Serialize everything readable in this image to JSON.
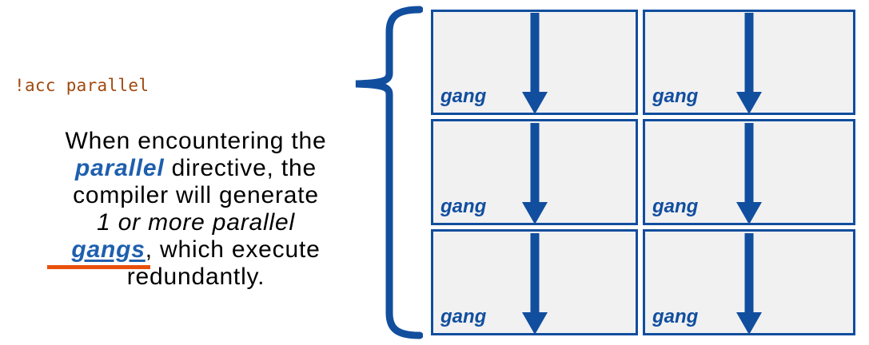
{
  "colors": {
    "diagram_blue": "#114E9E",
    "keyword_blue": "#1E5FAE",
    "code_brown": "#A0490F",
    "highlight_orange": "#E8500C",
    "box_bg": "#F1F1F2",
    "text_black": "#000000"
  },
  "code_label": "!acc parallel",
  "paragraph": {
    "line1": "When encountering the",
    "line2_keyword": "parallel",
    "line2_rest": " directive, the",
    "line3": "compiler will generate",
    "line4": "1 or more parallel",
    "line5_keyword": "gangs",
    "line5_rest": ", which execute",
    "line6": "redundantly."
  },
  "grid": {
    "boxes": [
      {
        "label": "gang"
      },
      {
        "label": "gang"
      },
      {
        "label": "gang"
      },
      {
        "label": "gang"
      },
      {
        "label": "gang"
      },
      {
        "label": "gang"
      }
    ]
  }
}
